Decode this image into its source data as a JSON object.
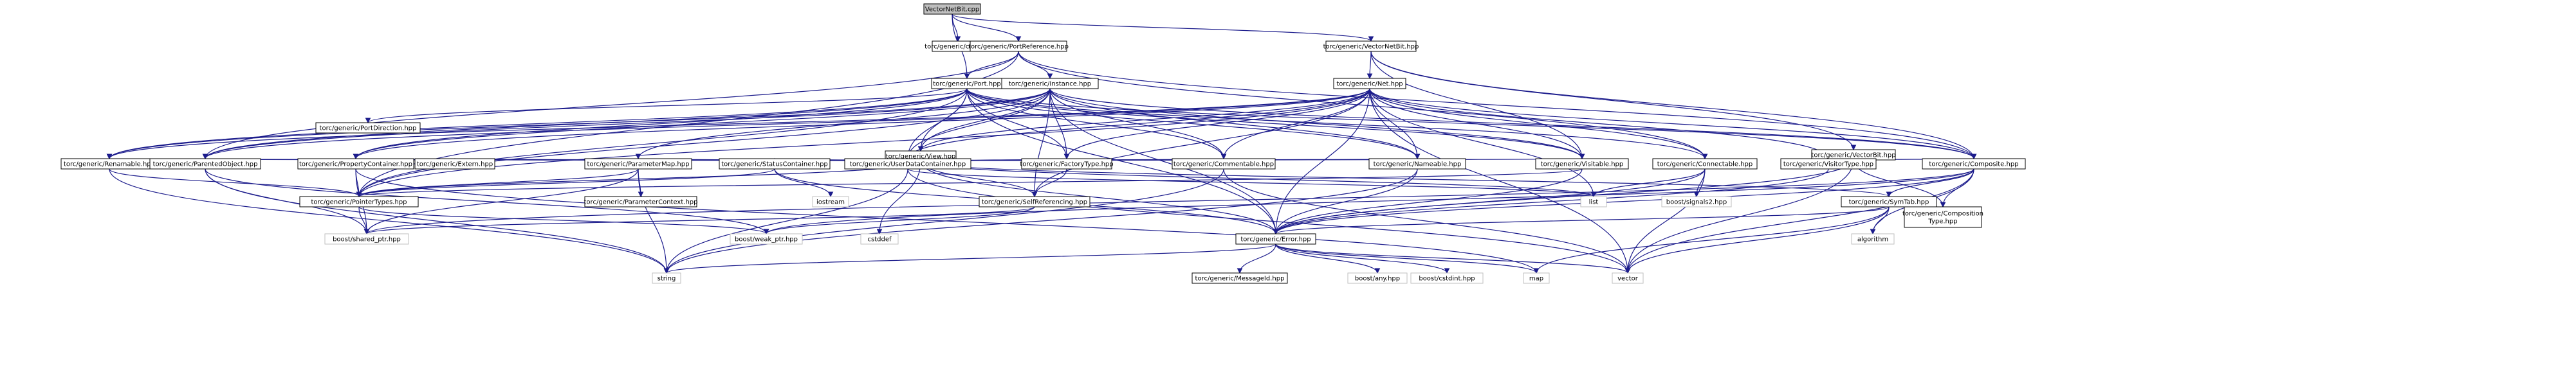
{
  "graph": {
    "root": "VectorNetBit.cpp",
    "nodes": {
      "vnbcpp": "VectorNetBit.cpp",
      "config": "torc/generic/config.h",
      "portref": "torc/generic/PortReference.hpp",
      "vnbhpp": "torc/generic/VectorNetBit.hpp",
      "port": "torc/generic/Port.hpp",
      "instance": "torc/generic/Instance.hpp",
      "net": "torc/generic/Net.hpp",
      "vbit": "torc/generic/VectorBit.hpp",
      "portdir": "torc/generic/PortDirection.hpp",
      "view": "torc/generic/View.hpp",
      "renamable": "torc/generic/Renamable.hpp",
      "parented": "torc/generic/ParentedObject.hpp",
      "propcont": "torc/generic/PropertyContainer.hpp",
      "extern": "torc/generic/Extern.hpp",
      "parammap": "torc/generic/ParameterMap.hpp",
      "statuscont": "torc/generic/StatusContainer.hpp",
      "factory": "torc/generic/FactoryType.hpp",
      "userdata": "torc/generic/UserDataContainer.hpp",
      "commentable": "torc/generic/Commentable.hpp",
      "nameable": "torc/generic/Nameable.hpp",
      "visitable": "torc/generic/Visitable.hpp",
      "connectable": "torc/generic/Connectable.hpp",
      "visitortype": "torc/generic/VisitorType.hpp",
      "composite": "torc/generic/Composite.hpp",
      "pointertypes": "torc/generic/PointerTypes.hpp",
      "paramctx": "torc/generic/ParameterContext.hpp",
      "selfref": "torc/generic/SelfReferencing.hpp",
      "iostream": "iostream",
      "list": "list",
      "signals2": "boost/signals2.hpp",
      "symtab": "torc/generic/SymTab.hpp",
      "comptype": "torc/generic/Composition\nType.hpp",
      "shared": "boost/shared_ptr.hpp",
      "weak": "boost/weak_ptr.hpp",
      "cstddef": "cstddef",
      "error": "torc/generic/Error.hpp",
      "algorithm": "algorithm",
      "string": "string",
      "msgid": "torc/generic/MessageId.hpp",
      "any": "boost/any.hpp",
      "cstdint": "boost/cstdint.hpp",
      "map": "map",
      "vector": "vector"
    },
    "external": [
      "iostream",
      "list",
      "boost/signals2.hpp",
      "boost/shared_ptr.hpp",
      "boost/weak_ptr.hpp",
      "cstddef",
      "algorithm",
      "string",
      "boost/any.hpp",
      "boost/cstdint.hpp",
      "map",
      "vector"
    ],
    "edges": [
      [
        "vnbcpp",
        "config"
      ],
      [
        "vnbcpp",
        "portref"
      ],
      [
        "vnbcpp",
        "vnbhpp"
      ],
      [
        "vnbcpp",
        "port"
      ],
      [
        "portref",
        "port"
      ],
      [
        "portref",
        "instance"
      ],
      [
        "portref",
        "connectable"
      ],
      [
        "portref",
        "composite"
      ],
      [
        "portref",
        "parented"
      ],
      [
        "portref",
        "pointertypes"
      ],
      [
        "vnbhpp",
        "net"
      ],
      [
        "vnbhpp",
        "vbit"
      ],
      [
        "vnbhpp",
        "composite"
      ],
      [
        "vnbhpp",
        "visitable"
      ],
      [
        "port",
        "portdir"
      ],
      [
        "port",
        "view"
      ],
      [
        "port",
        "renamable"
      ],
      [
        "port",
        "parented"
      ],
      [
        "port",
        "propcont"
      ],
      [
        "port",
        "userdata"
      ],
      [
        "port",
        "commentable"
      ],
      [
        "port",
        "nameable"
      ],
      [
        "port",
        "visitable"
      ],
      [
        "port",
        "connectable"
      ],
      [
        "port",
        "composite"
      ],
      [
        "port",
        "pointertypes"
      ],
      [
        "port",
        "factory"
      ],
      [
        "port",
        "error"
      ],
      [
        "instance",
        "view"
      ],
      [
        "instance",
        "renamable"
      ],
      [
        "instance",
        "parented"
      ],
      [
        "instance",
        "propcont"
      ],
      [
        "instance",
        "userdata"
      ],
      [
        "instance",
        "commentable"
      ],
      [
        "instance",
        "nameable"
      ],
      [
        "instance",
        "visitable"
      ],
      [
        "instance",
        "composite"
      ],
      [
        "instance",
        "pointertypes"
      ],
      [
        "instance",
        "factory"
      ],
      [
        "instance",
        "selfref"
      ],
      [
        "instance",
        "error"
      ],
      [
        "instance",
        "parammap"
      ],
      [
        "net",
        "view"
      ],
      [
        "net",
        "renamable"
      ],
      [
        "net",
        "parented"
      ],
      [
        "net",
        "propcont"
      ],
      [
        "net",
        "userdata"
      ],
      [
        "net",
        "commentable"
      ],
      [
        "net",
        "nameable"
      ],
      [
        "net",
        "visitable"
      ],
      [
        "net",
        "connectable"
      ],
      [
        "net",
        "composite"
      ],
      [
        "net",
        "pointertypes"
      ],
      [
        "net",
        "factory"
      ],
      [
        "net",
        "selfref"
      ],
      [
        "net",
        "error"
      ],
      [
        "net",
        "visitortype"
      ],
      [
        "net",
        "list"
      ],
      [
        "net",
        "vector"
      ],
      [
        "vbit",
        "composite"
      ],
      [
        "vbit",
        "comptype"
      ],
      [
        "vbit",
        "error"
      ],
      [
        "vbit",
        "vector"
      ],
      [
        "view",
        "renamable"
      ],
      [
        "view",
        "parented"
      ],
      [
        "view",
        "propcont"
      ],
      [
        "view",
        "extern"
      ],
      [
        "view",
        "parammap"
      ],
      [
        "view",
        "statuscont"
      ],
      [
        "view",
        "factory"
      ],
      [
        "view",
        "userdata"
      ],
      [
        "view",
        "commentable"
      ],
      [
        "view",
        "nameable"
      ],
      [
        "view",
        "visitable"
      ],
      [
        "view",
        "symtab"
      ],
      [
        "view",
        "pointertypes"
      ],
      [
        "view",
        "selfref"
      ],
      [
        "view",
        "error"
      ],
      [
        "view",
        "list"
      ],
      [
        "renamable",
        "string"
      ],
      [
        "renamable",
        "pointertypes"
      ],
      [
        "parented",
        "shared"
      ],
      [
        "parented",
        "weak"
      ],
      [
        "parented",
        "string"
      ],
      [
        "propcont",
        "pointertypes"
      ],
      [
        "propcont",
        "shared"
      ],
      [
        "propcont",
        "map"
      ],
      [
        "parammap",
        "paramctx"
      ],
      [
        "parammap",
        "pointertypes"
      ],
      [
        "parammap",
        "shared"
      ],
      [
        "parammap",
        "string"
      ],
      [
        "statuscont",
        "iostream"
      ],
      [
        "statuscont",
        "pointertypes"
      ],
      [
        "statuscont",
        "error"
      ],
      [
        "factory",
        "selfref"
      ],
      [
        "userdata",
        "string"
      ],
      [
        "userdata",
        "list"
      ],
      [
        "userdata",
        "vector"
      ],
      [
        "commentable",
        "string"
      ],
      [
        "commentable",
        "vector"
      ],
      [
        "nameable",
        "error"
      ],
      [
        "nameable",
        "string"
      ],
      [
        "visitable",
        "error"
      ],
      [
        "visitable",
        "pointertypes"
      ],
      [
        "connectable",
        "list"
      ],
      [
        "connectable",
        "signals2"
      ],
      [
        "connectable",
        "error"
      ],
      [
        "connectable",
        "vector"
      ],
      [
        "visitortype",
        "error"
      ],
      [
        "composite",
        "symtab"
      ],
      [
        "composite",
        "comptype"
      ],
      [
        "composite",
        "error"
      ],
      [
        "composite",
        "vector"
      ],
      [
        "composite",
        "shared"
      ],
      [
        "composite",
        "weak"
      ],
      [
        "composite",
        "algorithm"
      ],
      [
        "pointertypes",
        "shared"
      ],
      [
        "pointertypes",
        "weak"
      ],
      [
        "selfref",
        "shared"
      ],
      [
        "selfref",
        "weak"
      ],
      [
        "symtab",
        "map"
      ],
      [
        "symtab",
        "error"
      ],
      [
        "symtab",
        "vector"
      ],
      [
        "symtab",
        "algorithm"
      ],
      [
        "error",
        "string"
      ],
      [
        "error",
        "msgid"
      ],
      [
        "error",
        "any"
      ],
      [
        "error",
        "cstdint"
      ],
      [
        "error",
        "map"
      ],
      [
        "error",
        "vector"
      ],
      [
        "view",
        "cstddef"
      ]
    ]
  }
}
